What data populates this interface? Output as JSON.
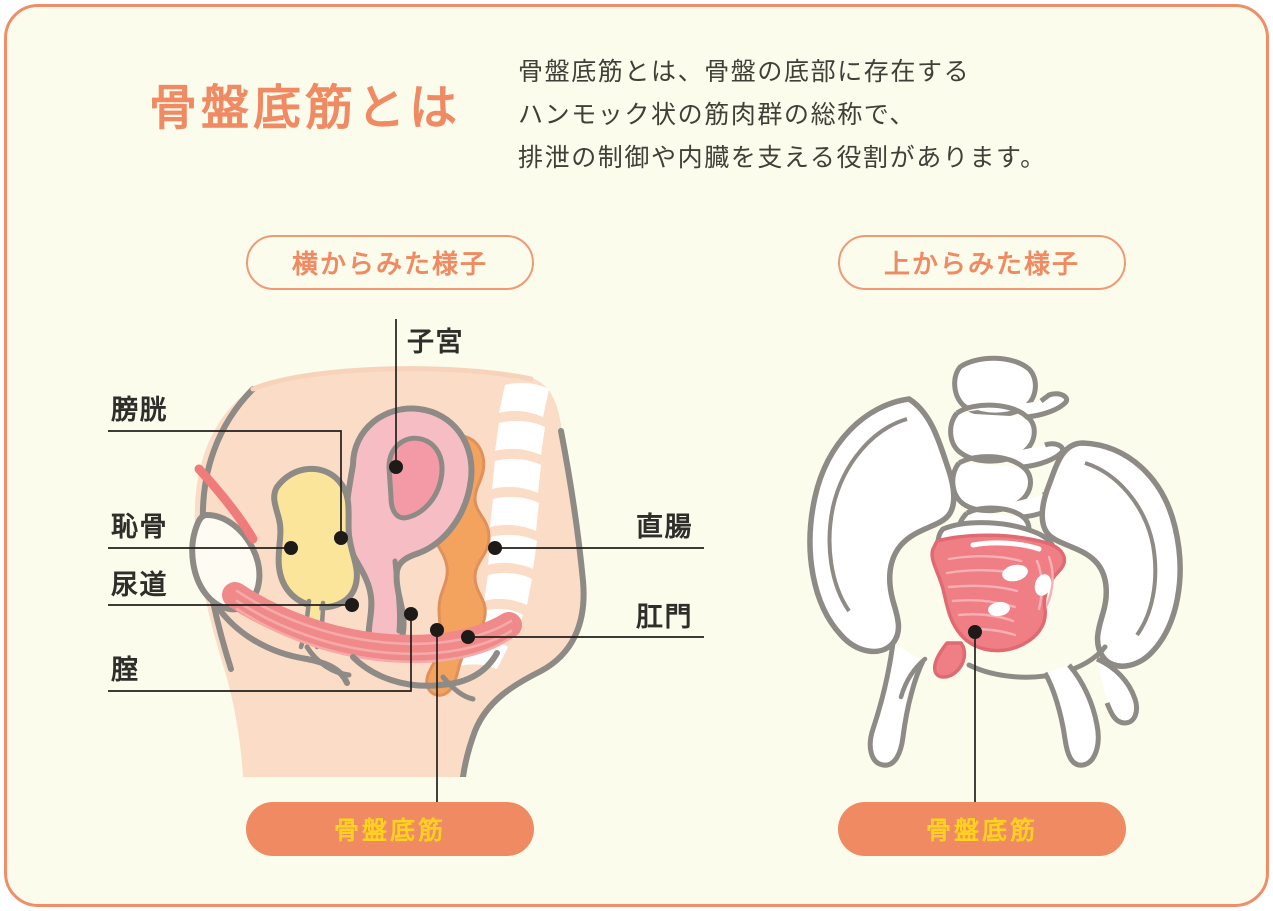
{
  "page": {
    "title": "骨盤底筋とは",
    "background_color": "#fcfcec",
    "border_color": "#ef8e68",
    "accent_color": "#ef8a63",
    "label_color": "#2f2e2a",
    "pill_text_color": "#ffd21e"
  },
  "header": {
    "heading": "骨盤底筋とは",
    "description_lines": [
      "骨盤底筋とは、骨盤の底部に存在する",
      "ハンモック状の筋肉群の総称で、",
      "排泄の制御や内臓を支える役割があります。"
    ]
  },
  "sections": {
    "side_view": {
      "pill_label": "横からみた様子",
      "callout_label": "骨盤底筋",
      "annotations": [
        {
          "key": "uterus",
          "label": "子宮"
        },
        {
          "key": "bladder",
          "label": "膀胱"
        },
        {
          "key": "pubis",
          "label": "恥骨"
        },
        {
          "key": "urethra",
          "label": "尿道"
        },
        {
          "key": "vagina",
          "label": "腟"
        },
        {
          "key": "rectum",
          "label": "直腸"
        },
        {
          "key": "anus",
          "label": "肛門"
        }
      ]
    },
    "top_view": {
      "pill_label": "上からみた様子",
      "callout_label": "骨盤底筋"
    }
  },
  "palette": {
    "skin": "#fbdcc6",
    "skin_light": "#fce3d0",
    "outline_gray": "#8e8a85",
    "uterus_pink": "#f7bdc4",
    "uterus_cavity": "#f49aa6",
    "bladder_yellow": "#fbe59a",
    "rectum_orange": "#f4a35f",
    "pelvic_floor": "#f08a8a",
    "bone_white": "#ffffff",
    "pubis_red": "#ef7b7b"
  }
}
